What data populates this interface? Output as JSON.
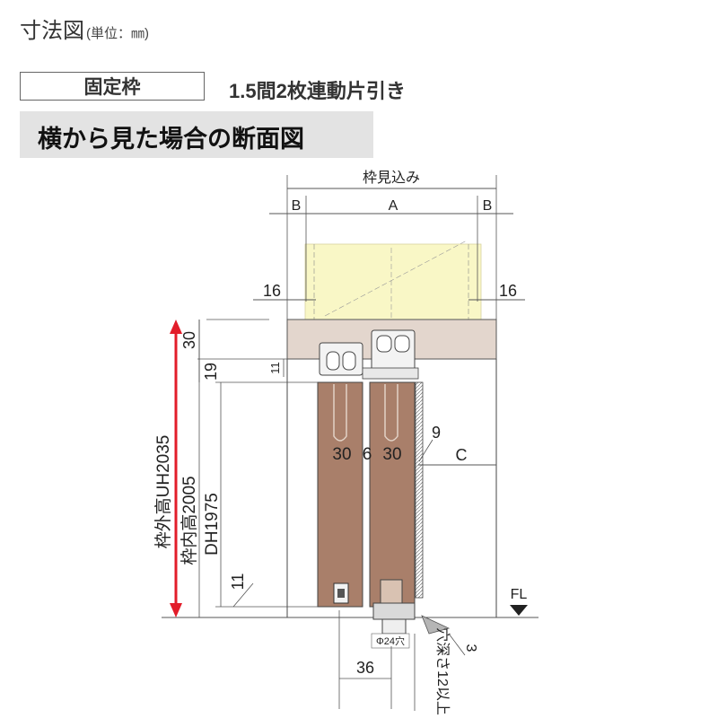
{
  "header": {
    "title": "寸法図",
    "unit": "(単位：㎜)",
    "frame_label": "固定枠",
    "door_type": "1.5間2枚連動片引き"
  },
  "section_banner": "横から見た場合の断面図",
  "diagram": {
    "frame_depth_label": "枠見込み",
    "dim_a": "A",
    "dim_b_left": "B",
    "dim_b_right": "B",
    "dim_c": "C",
    "dim_16_left": "16",
    "dim_16_right": "16",
    "dim_30_top": "30",
    "dim_19": "19",
    "dim_11_top": "11",
    "dim_panel_left": "30",
    "dim_gap": "6",
    "dim_panel_right": "30",
    "dim_9": "9",
    "outer_height": "枠外高UH2035",
    "inner_height": "枠内高2005",
    "door_height": "DH1975",
    "dim_11_bottom": "11",
    "floor_label": "FL",
    "hole_diameter": "Φ24穴",
    "dim_36": "36",
    "dim_3": "3",
    "hole_depth": "穴深さ12以上"
  },
  "colors": {
    "panel_fill": "#a97f6a",
    "header_fill": "#e3d6cd",
    "upper_area_fill": "#f9f7c6",
    "arrow_red": "#e21d2a",
    "banner_gray": "#e3e3e3"
  }
}
